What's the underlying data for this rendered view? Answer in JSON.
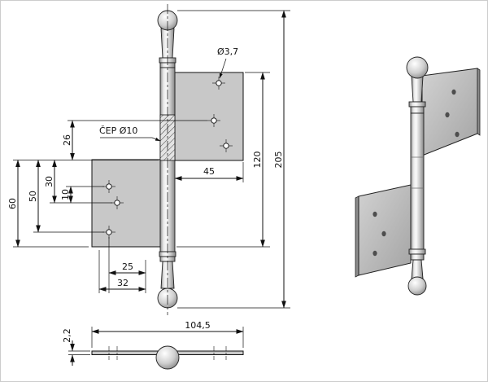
{
  "drawing": {
    "type": "technical-drawing-hinge",
    "colors": {
      "background": "#ffffff",
      "line": "#111111",
      "plate_fill": "#c8c8c8"
    },
    "labels": {
      "pin_callout": "ČEP Ø10",
      "hole_diameter": "Ø3,7"
    },
    "dims": {
      "total_height": "205",
      "leaf_span": "120",
      "leaf_width": "45",
      "d26": "26",
      "d30": "30",
      "d10": "10",
      "d50": "50",
      "d60": "60",
      "d25": "25",
      "d32": "32",
      "overall_width": "104,5",
      "thickness": "2,2"
    }
  }
}
